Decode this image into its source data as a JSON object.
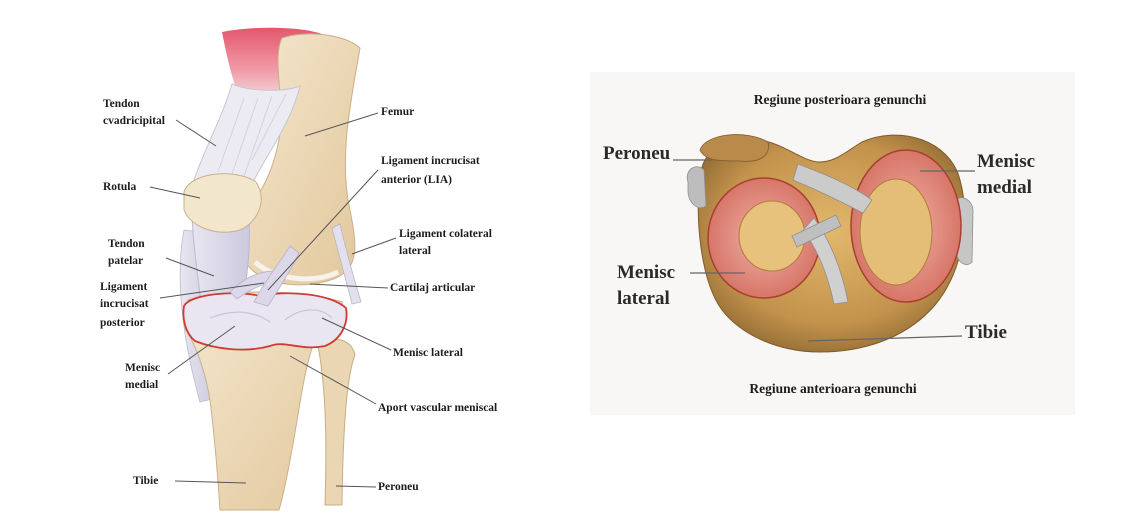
{
  "left_diagram": {
    "tendon_cvadricipital": [
      "Tendon",
      "cvadricipital"
    ],
    "rotula": "Rotula",
    "tendon_patelar": [
      "Tendon",
      "patelar"
    ],
    "lig_incrucisat_posterior": [
      "Ligament",
      "incrucisat",
      "posterior"
    ],
    "menisc_medial": [
      "Menisc",
      "medial"
    ],
    "tibie": "Tibie",
    "femur": "Femur",
    "lig_incrucisat_anterior": [
      "Ligament incrucisat",
      "anterior (LIA)"
    ],
    "lig_colateral_lateral": [
      "Ligament colateral",
      "lateral"
    ],
    "cartilaj_articular": "Cartilaj articular",
    "menisc_lateral": "Menisc lateral",
    "aport_vascular": "Aport vascular meniscal",
    "peroneu": "Peroneu"
  },
  "right_diagram": {
    "title_top": "Regiune posterioara genunchi",
    "peroneu": "Peroneu",
    "menisc_medial": [
      "Menisc",
      "medial"
    ],
    "menisc_lateral": [
      "Menisc",
      "lateral"
    ],
    "tibie": "Tibie",
    "title_bottom": "Regiune anterioara genunchi"
  },
  "colors": {
    "label_text": "#1c1c1c",
    "meniscus_outline": "#cf3a31",
    "leader_line": "#555555"
  }
}
